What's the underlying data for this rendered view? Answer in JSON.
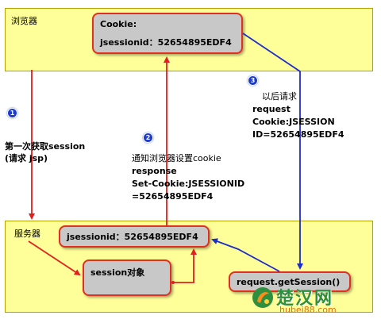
{
  "browser": {
    "label": "浏览器",
    "cookie_title": "Cookie:",
    "cookie_value": "jsessionid：52654895EDF4"
  },
  "server": {
    "label": "服务器",
    "jsessionid": "jsessionid：52654895EDF4",
    "session_object": "session对象",
    "get_session": "request.getSession()"
  },
  "steps": {
    "step1": {
      "number": "1",
      "lines": [
        "第一次获取session",
        "(请求 jsp)"
      ]
    },
    "step2": {
      "number": "2",
      "lines": [
        "通知浏览器设置cookie",
        "response",
        "Set-Cookie:JSESSIONID",
        "=52654895EDF4"
      ]
    },
    "step3": {
      "number": "3",
      "lines": [
        "以后请求",
        "request",
        "Cookie:JSESSION",
        "ID=52654895EDF4"
      ]
    }
  },
  "watermark": {
    "title": "楚汉网",
    "url": "hubei88.com"
  },
  "colors": {
    "zone_fill": "#ffff99",
    "red_arrow": "#e02020",
    "blue_arrow": "#1e2ccc",
    "badge": "#1e3cc8"
  }
}
